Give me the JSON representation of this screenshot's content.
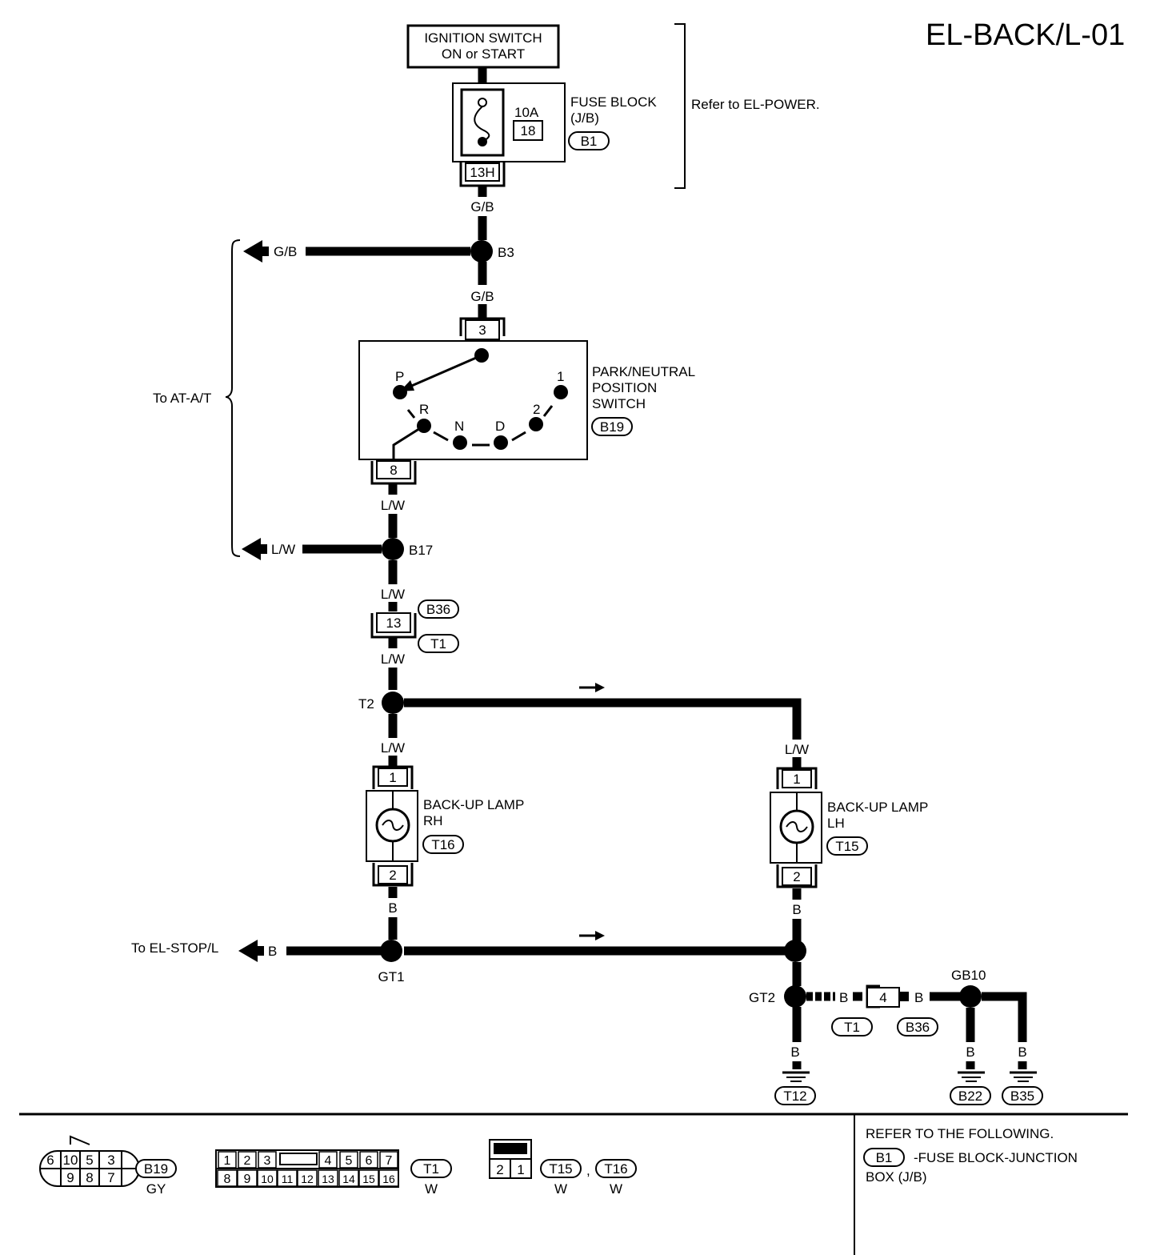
{
  "header": {
    "title": "EL-BACK/L-01"
  },
  "ignition": {
    "line1": "IGNITION SWITCH",
    "line2": "ON or START"
  },
  "fuse_block": {
    "rating": "10A",
    "fuse_no": "18",
    "label1": "FUSE BLOCK",
    "label2": "(J/B)",
    "connector": "B1",
    "terminal": "13H",
    "refer_note": "Refer to EL-POWER."
  },
  "wires": {
    "gb_1": "G/B",
    "gb_branch": "G/B",
    "gb_2": "G/B",
    "lw_1": "L/W",
    "lw_branch": "L/W",
    "lw_2": "L/W",
    "lw_3": "L/W",
    "lw_rh": "L/W",
    "lw_lh": "L/W",
    "b_rh": "B",
    "b_lh": "B",
    "b_branch": "B",
    "b_gt2_a": "B",
    "b_gt2_b": "B",
    "b_ground_t12": "B",
    "b_ground_b22": "B",
    "b_ground_b35": "B"
  },
  "junctions": {
    "b3": "B3",
    "b17": "B17",
    "t2": "T2",
    "gt1": "GT1",
    "gt2": "GT2",
    "gb10": "GB10"
  },
  "at_link": {
    "label": "To AT-A/T"
  },
  "pn_switch": {
    "terminal_in": "3",
    "terminal_out": "8",
    "pos_p": "P",
    "pos_r": "R",
    "pos_n": "N",
    "pos_d": "D",
    "pos_2": "2",
    "pos_1": "1",
    "label1": "PARK/NEUTRAL",
    "label2": "POSITION",
    "label3": "SWITCH",
    "connector": "B19"
  },
  "inline_connector": {
    "terminal": "13",
    "conn_a": "B36",
    "conn_b": "T1"
  },
  "lamp_rh": {
    "pin1": "1",
    "pin2": "2",
    "label1": "BACK-UP LAMP",
    "label2": "RH",
    "connector": "T16"
  },
  "lamp_lh": {
    "pin1": "1",
    "pin2": "2",
    "label1": "BACK-UP LAMP",
    "label2": "LH",
    "connector": "T15"
  },
  "stop_link": {
    "label": "To EL-STOP/L"
  },
  "ground_connector": {
    "terminal": "4",
    "conn_a": "T1",
    "conn_b": "B36"
  },
  "grounds": {
    "g1": "T12",
    "g2": "B22",
    "g3": "B35"
  },
  "footer": {
    "b19": {
      "pins_top": [
        "6",
        "10",
        "5",
        "3"
      ],
      "pins_bottom": [
        "9",
        "8",
        "7"
      ],
      "id": "B19",
      "color": "GY"
    },
    "t1": {
      "pins_top": [
        "1",
        "2",
        "3",
        "4",
        "5",
        "6",
        "7"
      ],
      "pins_bottom": [
        "8",
        "9",
        "10",
        "11",
        "12",
        "13",
        "14",
        "15",
        "16"
      ],
      "id": "T1",
      "color": "W"
    },
    "t15_t16": {
      "pins": [
        "2",
        "1"
      ],
      "id_a": "T15",
      "color_a": "W",
      "separator": ",",
      "id_b": "T16",
      "color_b": "W"
    },
    "refer": {
      "heading": "REFER TO THE FOLLOWING.",
      "conn": "B1",
      "line1": "-FUSE BLOCK-JUNCTION",
      "line2": "BOX (J/B)"
    }
  }
}
